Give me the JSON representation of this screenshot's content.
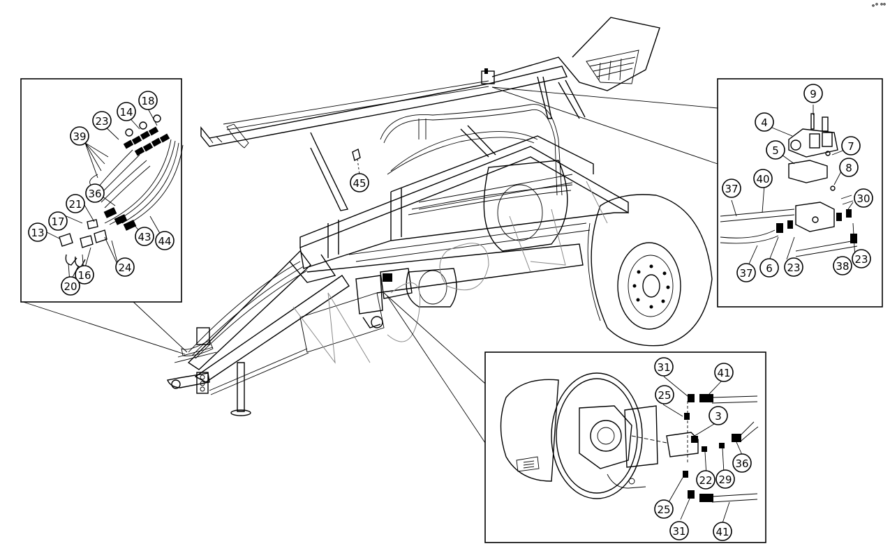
{
  "colors": {
    "line": "#000000",
    "background": "#ffffff",
    "watermark": "#888888"
  },
  "callouts": {
    "hydraulic_couplers": [
      "18",
      "14",
      "23",
      "39",
      "36",
      "21",
      "13",
      "17",
      "24",
      "16",
      "20",
      "43",
      "44"
    ],
    "valve_block": [
      "9",
      "4",
      "7",
      "5",
      "8",
      "40",
      "37",
      "30",
      "23",
      "6",
      "37",
      "38",
      "23"
    ],
    "fan_motor": [
      "31",
      "41",
      "25",
      "3",
      "36",
      "22",
      "29",
      "25",
      "31",
      "41"
    ],
    "main": [
      "45"
    ]
  }
}
